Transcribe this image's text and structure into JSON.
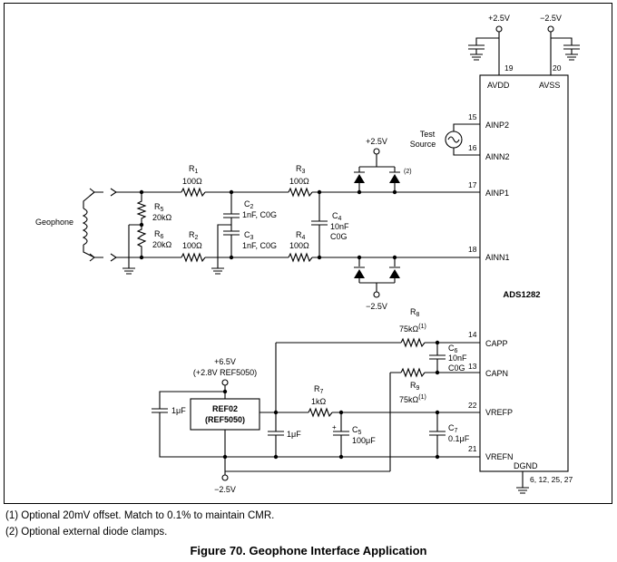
{
  "schematic": {
    "supplies": {
      "avdd_top": "+2.5V",
      "avss_top": "−2.5V",
      "clamp_top": "+2.5V",
      "clamp_bottom": "−2.5V",
      "ref_top": "+6.5V",
      "ref_top_alt": "(+2.8V REF5050)",
      "ref_bottom": "−2.5V"
    },
    "ic": {
      "name": "ADS1282",
      "pins": [
        {
          "num": "19",
          "name": "AVDD"
        },
        {
          "num": "20",
          "name": "AVSS"
        },
        {
          "num": "15",
          "name": "AINP2"
        },
        {
          "num": "16",
          "name": "AINN2"
        },
        {
          "num": "17",
          "name": "AINP1"
        },
        {
          "num": "18",
          "name": "AINN1"
        },
        {
          "num": "14",
          "name": "CAPP"
        },
        {
          "num": "13",
          "name": "CAPN"
        },
        {
          "num": "22",
          "name": "VREFP"
        },
        {
          "num": "21",
          "name": "VREFN"
        },
        {
          "num": "6, 12, 25, 27",
          "name": "DGND"
        }
      ]
    },
    "test_source": [
      "Test",
      "Source"
    ],
    "geophone": "Geophone",
    "components": {
      "R1": {
        "ref": "R",
        "sub": "1",
        "value": "100Ω"
      },
      "R2": {
        "ref": "R",
        "sub": "2",
        "value": "100Ω"
      },
      "R3": {
        "ref": "R",
        "sub": "3",
        "value": "100Ω"
      },
      "R4": {
        "ref": "R",
        "sub": "4",
        "value": "100Ω"
      },
      "R5": {
        "ref": "R",
        "sub": "5",
        "value": "20kΩ"
      },
      "R6": {
        "ref": "R",
        "sub": "6",
        "value": "20kΩ"
      },
      "R7": {
        "ref": "R",
        "sub": "7",
        "value": "1kΩ"
      },
      "R8": {
        "ref": "R",
        "sub": "8",
        "value": "75kΩ",
        "note": "(1)"
      },
      "R9": {
        "ref": "R",
        "sub": "9",
        "value": "75kΩ",
        "note": "(1)"
      },
      "C2": {
        "ref": "C",
        "sub": "2",
        "value": "1nF, C0G"
      },
      "C3": {
        "ref": "C",
        "sub": "3",
        "value": "1nF, C0G"
      },
      "C4": {
        "ref": "C",
        "sub": "4",
        "value": "10nF",
        "value2": "C0G"
      },
      "C5": {
        "ref": "C",
        "sub": "5",
        "value": "100μF"
      },
      "C6": {
        "ref": "C",
        "sub": "6",
        "value": "10nF",
        "value2": "C0G"
      },
      "C7": {
        "ref": "C",
        "sub": "7",
        "value": "0.1μF"
      },
      "C_1uF_a": {
        "value": "1μF"
      },
      "C_1uF_b": {
        "value": "1μF"
      }
    },
    "diode_note": "(2)",
    "reference": {
      "line1": "REF02",
      "line2": "(REF5050)"
    }
  },
  "footnotes": [
    "(1) Optional 20mV offset. Match to 0.1% to maintain CMR.",
    "(2) Optional external diode clamps."
  ],
  "caption": "Figure 70.  Geophone Interface Application"
}
